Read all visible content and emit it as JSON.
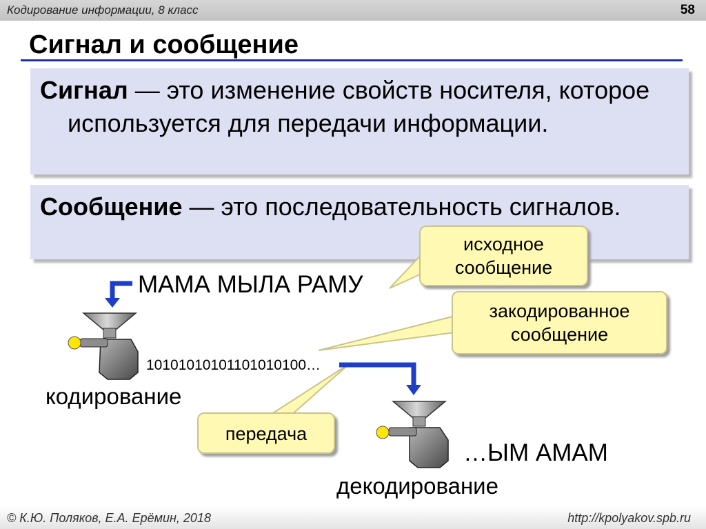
{
  "header": {
    "course": "Кодирование информации, 8 класс",
    "page": "58"
  },
  "title": "Сигнал и сообщение",
  "definitions": {
    "signal": {
      "term": "Сигнал",
      "text": " — это изменение свойств носителя, которое используется для передачи информации."
    },
    "message": {
      "term": "Сообщение",
      "text": " — это последовательность сигналов."
    }
  },
  "diagram": {
    "source_message": "МАМА МЫЛА РАМУ",
    "encoded_bits": "10101010101101010100…",
    "encoding_label": "кодирование",
    "decoded_message": "…ЫМ АМАМ",
    "decoding_label": "декодирование"
  },
  "callouts": {
    "source": "исходное сообщение",
    "encoded": "закодированное сообщение",
    "transmission": "передача"
  },
  "footer": {
    "authors": "© К.Ю. Поляков, Е.А. Ерёмин, 2018",
    "url": "http://kpolyakov.spb.ru"
  },
  "colors": {
    "title_line": "#1f2fa8",
    "definition_box": "#dde0f3",
    "callout_fill": "#fff9b3",
    "arrow": "#1e3ec8",
    "knob": "#ffe600"
  }
}
